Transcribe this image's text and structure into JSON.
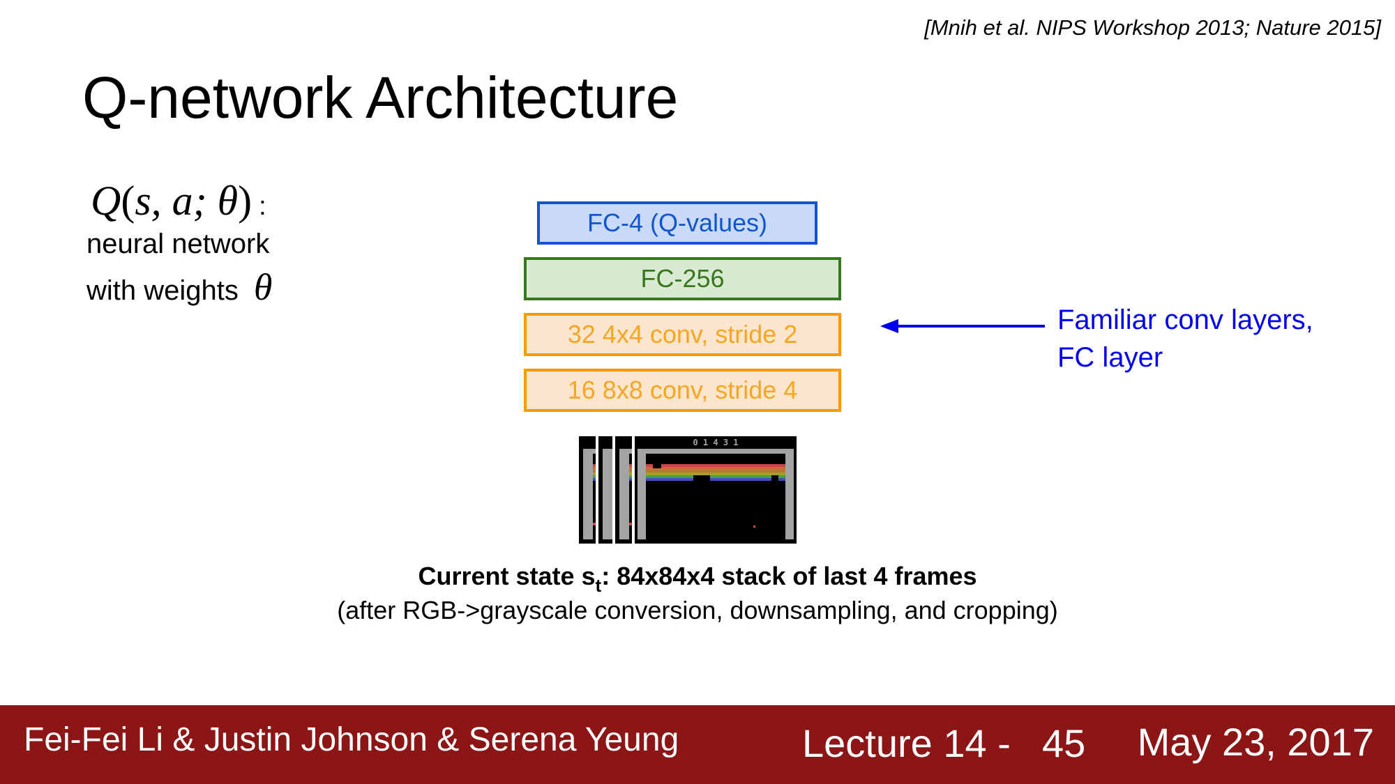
{
  "citation": "[Mnih et al. NIPS Workshop 2013; Nature 2015]",
  "title": "Q-network Architecture",
  "q_function": {
    "formula_parts": [
      "Q",
      "(",
      "s, a; ",
      "θ",
      ")"
    ],
    "colon": ":",
    "line1": "neural network",
    "line2": "with weights",
    "theta": "θ"
  },
  "layers": [
    {
      "label": "FC-4 (Q-values)",
      "color": "#1155cc",
      "fill": "#c9daf8"
    },
    {
      "label": "FC-256",
      "color": "#38761d",
      "fill": "#d9ead3"
    },
    {
      "label": "32 4x4 conv, stride 2",
      "color": "#ff9900",
      "fill": "#fce5cd"
    },
    {
      "label": "16 8x8 conv, stride 4",
      "color": "#ff9900",
      "fill": "#fce5cd"
    }
  ],
  "annotation": {
    "line1": "Familiar conv layers,",
    "line2": "FC layer",
    "color": "#0000ee"
  },
  "frames_image": {
    "score": "0 1 4 3 1"
  },
  "caption": {
    "prefix": "Current state s",
    "subscript": "t",
    "suffix": ": 84x84x4 stack of last 4 frames",
    "detail": "(after RGB->grayscale conversion, downsampling, and cropping)"
  },
  "footer": {
    "authors": "Fei-Fei Li & Justin Johnson & Serena Yeung",
    "lecture": "Lecture 14 -",
    "slide_number": "45",
    "date": "May 23, 2017",
    "color": "#8c1515"
  }
}
